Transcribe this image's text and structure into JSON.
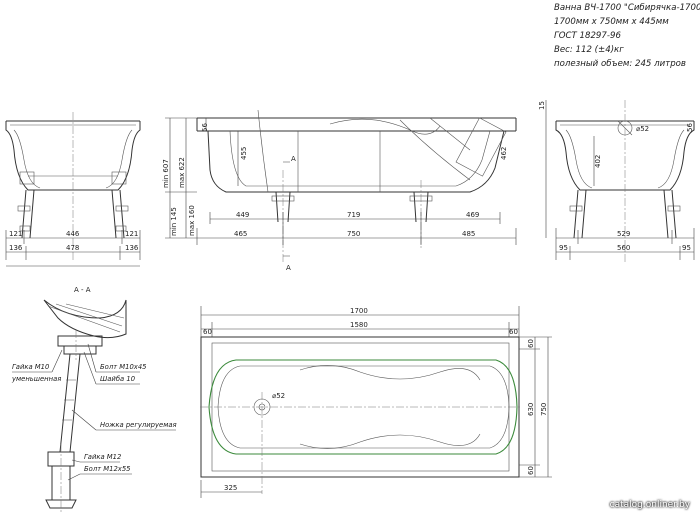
{
  "spec": {
    "line1": "Ванна ВЧ-1700 \"Сибирячка-1700\"",
    "line2": "1700мм x 750мм x 445мм",
    "line3": "ГОСТ 18297-96",
    "line4": "Вес: 112 (±4)кг",
    "line5": "полезный объем: 245 литров"
  },
  "front_view": {
    "dim_121_left": "121",
    "dim_446": "446",
    "dim_121_right": "121",
    "dim_136_left": "136",
    "dim_478": "478",
    "dim_136_right": "136"
  },
  "side_view": {
    "dim_449": "449",
    "dim_719": "719",
    "dim_469": "469",
    "dim_465": "465",
    "dim_750": "750",
    "dim_485": "485",
    "dim_56": "56",
    "dim_455": "455",
    "dim_462": "462",
    "v_min607": "min 607",
    "v_max622": "max 622",
    "v_min145": "min 145",
    "v_max160": "max 160",
    "section_mark": "А"
  },
  "end_view": {
    "dim_15": "15",
    "dim_phi52": "⌀52",
    "dim_402": "402",
    "dim_56": "56",
    "dim_529": "529",
    "dim_95_left": "95",
    "dim_560": "560",
    "dim_95_right": "95"
  },
  "section_aa": {
    "title": "А - А",
    "nut_m10": "Гайка М10",
    "nut_m10_reduced": "уменьшенная",
    "bolt_m10x45": "Болт М10х45",
    "washer_10": "Шайба 10",
    "adjustable_leg": "Ножка регулируемая",
    "nut_m12": "Гайка М12",
    "bolt_m12x55": "Болт М12х55"
  },
  "plan_view": {
    "dim_1700": "1700",
    "dim_1580": "1580",
    "dim_60_left": "60",
    "dim_60_right": "60",
    "dim_60_top": "60",
    "dim_630": "630",
    "dim_750": "750",
    "dim_60_bottom": "60",
    "dim_phi52": "⌀52",
    "dim_325": "325"
  },
  "watermark": "catalog.onliner.by"
}
